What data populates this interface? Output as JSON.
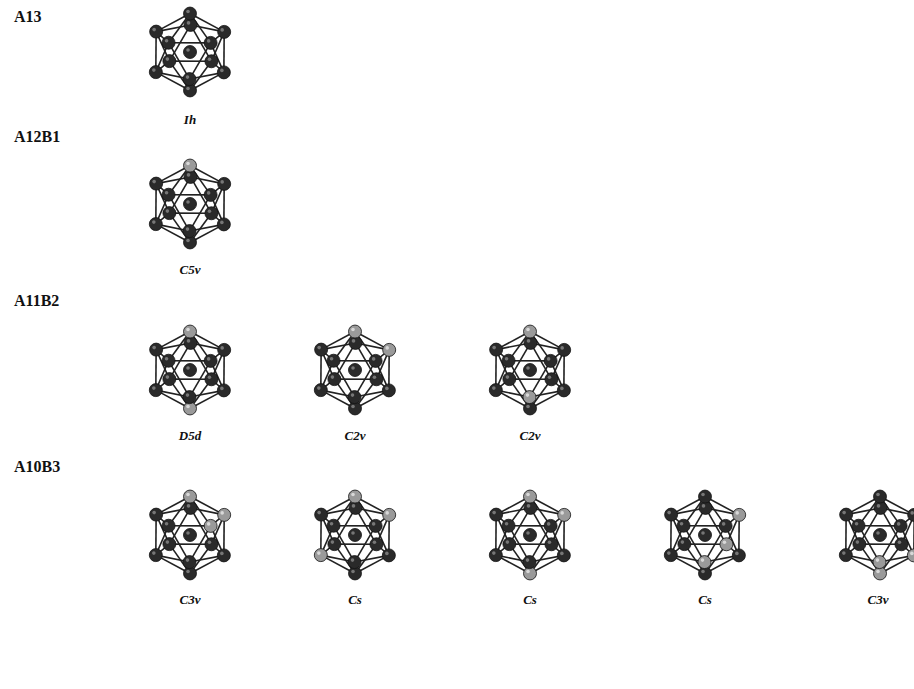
{
  "diagram": {
    "labels": [
      "A13",
      "Ih",
      "A12B1",
      "C5v",
      "A11B2",
      "D5d",
      "C2v",
      "C2v",
      "A10B3",
      "C3v",
      "Cs",
      "Cs",
      "Cs",
      "C3v"
    ]
  }
}
